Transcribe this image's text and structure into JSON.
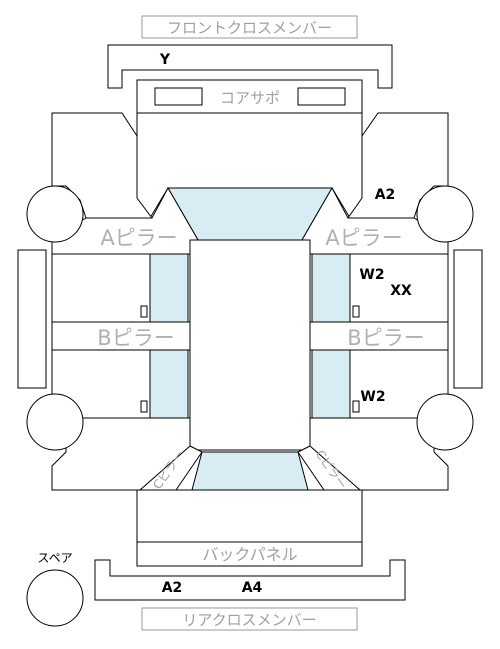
{
  "parts": {
    "front_cross_member": "フロントクロスメンバー",
    "core_support": "コアサポ",
    "a_pillar_left": "Aピラー",
    "a_pillar_right": "Aピラー",
    "b_pillar_left": "Bピラー",
    "b_pillar_right": "Bピラー",
    "c_pillar_left": "Cピラー",
    "c_pillar_right": "Cピラー",
    "back_panel": "バックパネル",
    "rear_cross_member": "リアクロスメンバー",
    "spare": "スペア"
  },
  "marks": {
    "front_cross_member": "Y",
    "front_right_fender": "A2",
    "right_front_door_1": "W2",
    "right_front_door_2": "XX",
    "right_rear_door": "W2",
    "rear_cross_member_1": "A2",
    "rear_cross_member_2": "A4"
  },
  "colors": {
    "glass": "#d7ecf3",
    "line": "#000000",
    "label_gray": "#a0a0a0"
  }
}
